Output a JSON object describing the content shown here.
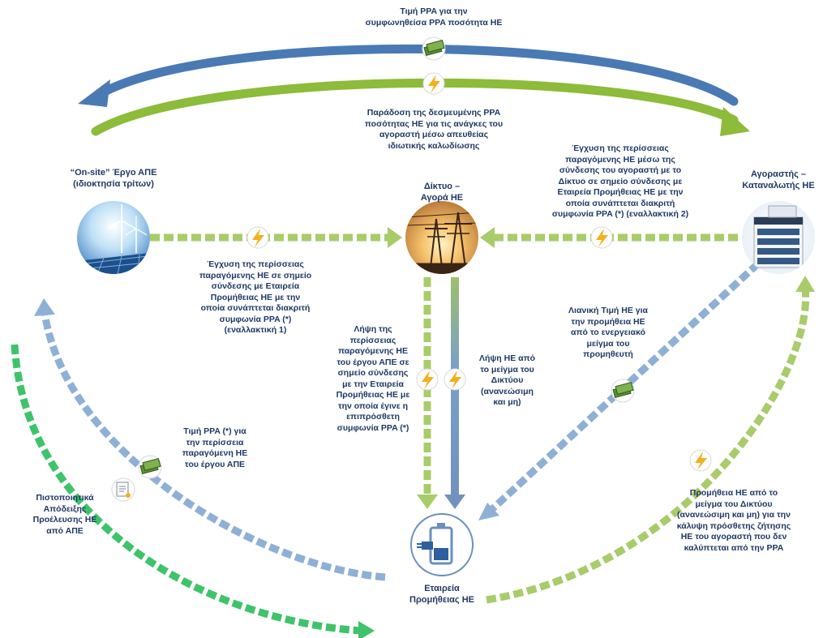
{
  "nodes": {
    "onsite": {
      "title": [
        "“On-site” Έργο ΑΠΕ",
        "(ιδιοκτησία τρίτων)"
      ]
    },
    "grid": {
      "title": [
        "Δίκτυο –",
        "Αγορά ΗΕ"
      ]
    },
    "buyer": {
      "title": [
        "Αγοραστής –",
        "Καταναλωτής ΗΕ"
      ]
    },
    "supplier": {
      "title": [
        "Εταιρεία",
        "Προμήθειας ΗΕ"
      ]
    }
  },
  "labels": {
    "top_price": [
      "Τιμή PPA για την",
      "συμφωνηθείσα PPA ποσότητα ΗΕ"
    ],
    "delivery": [
      "Παράδοση της δεσμευμένης PPA",
      "ποσότητας ΗΕ για τις ανάγκες του",
      "αγοραστή μέσω απευθείας",
      "ιδιωτικής καλωδίωσης"
    ],
    "injection_alt2": [
      "Έγχυση της περίσσειας",
      "παραγόμενης ΗΕ μέσω της",
      "σύνδεσης του αγοραστή με το",
      "Δίκτυο σε σημείο σύνδεσης με",
      "Εταιρεία Προμήθειας ΗΕ με την",
      "οποία συνάπτεται διακριτή",
      "συμφωνία PPA (*) (εναλλακτική 2)"
    ],
    "injection_alt1": [
      "Έγχυση της περίσσειας",
      "παραγόμενης ΗΕ σε σημείο",
      "σύνδεσης με Εταιρεία",
      "Προμήθειας ΗΕ με την",
      "οποία συνάπτεται διακριτή",
      "συμφωνία PPA (*)",
      "(εναλλακτική 1)"
    ],
    "receive_excess": [
      "Λήψη της",
      "περίσσειας",
      "παραγόμενης ΗΕ",
      "του έργου ΑΠΕ σε",
      "σημείο σύνδεσης",
      "με την Εταιρεία",
      "Προμήθειας ΗΕ με",
      "την οποία έγινε η",
      "επιπρόσθετη",
      "συμφωνία PPA (*)"
    ],
    "receive_grid": [
      "Λήψη ΗΕ από",
      "το μείγμα του",
      "Δικτύου",
      "(ανανεώσιμη",
      "και μη)"
    ],
    "retail_price": [
      "Λιανική Τιμή ΗΕ για",
      "την προμήθεια ΗΕ",
      "από το ενεργειακό",
      "μείγμα του",
      "προμηθευτή"
    ],
    "ppa_excess_price": [
      "Τιμή PPA (*) για",
      "την περίσσεια",
      "παραγόμενη ΗΕ",
      "του έργου ΑΠΕ"
    ],
    "certificates": [
      "Πιστοποιητικά",
      "Απόδειξης",
      "Προέλευσης ΗΕ",
      "από ΑΠΕ"
    ],
    "supply_additional": [
      "Προμήθεια ΗΕ από το",
      "μείγμα του Δικτύου",
      "(ανανεώσιμη και μη) για την",
      "κάλυψη πρόσθετης ζήτησης",
      "ΗΕ του αγοραστή που δεν",
      "καλύπτεται από την PPA"
    ]
  },
  "icons": {
    "electricity": "lightning-bolt-icon",
    "money": "money-bills-icon",
    "certificate": "certificate-icon",
    "solar_wind": "solar-wind-farm-icon",
    "pylons": "power-pylons-icon",
    "building": "office-building-icon",
    "supplier": "battery-plug-icon"
  },
  "colors": {
    "text": "#1f3864",
    "blue_arrow": "#4a7ab4",
    "green_arrow": "#8dbb3a",
    "light_green_arrow": "#a8cc6a",
    "light_blue_arrow": "#8fb0d6",
    "bright_green_arrow": "#3fc36a",
    "bolt": "#f2b01c",
    "money": "#5b8f3a"
  }
}
